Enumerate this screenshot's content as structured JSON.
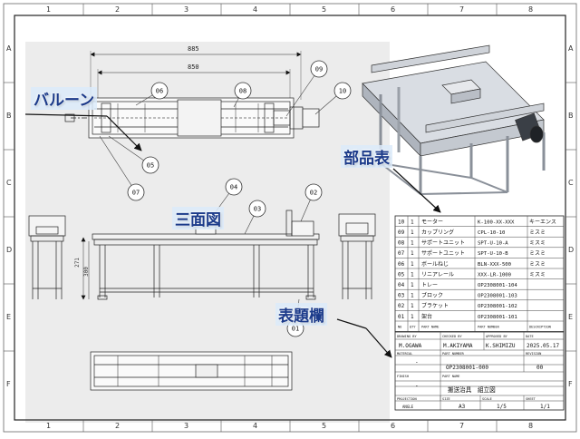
{
  "border": {
    "cols_top": [
      "1",
      "2",
      "3",
      "4",
      "5",
      "6",
      "7",
      "8"
    ],
    "cols_bottom": [
      "1",
      "2",
      "3",
      "4",
      "5",
      "6",
      "7",
      "8"
    ],
    "rows_left": [
      "A",
      "B",
      "C",
      "D",
      "E",
      "F"
    ],
    "rows_right": [
      "A",
      "B",
      "C",
      "D",
      "E",
      "F"
    ]
  },
  "plan_view": {
    "dim_overall": "885",
    "dim_inner": "850",
    "balloons": [
      "06",
      "08",
      "09",
      "10",
      "05",
      "07"
    ]
  },
  "front_view": {
    "balloons": [
      "04",
      "03",
      "02",
      "01"
    ],
    "dim_labels": [
      "271",
      "300"
    ]
  },
  "callouts": {
    "balloon": "バルーン",
    "three_view": "三面図",
    "parts_list": "部品表",
    "title_block": "表題欄"
  },
  "parts_list": {
    "columns": [
      "NO",
      "QTY",
      "PART NAME",
      "PART NUMBER",
      "DESCRIPTION"
    ],
    "rows": [
      [
        "10",
        "1",
        "モーター",
        "K-100-XX-XXX",
        "キーエンス"
      ],
      [
        "09",
        "1",
        "カップリング",
        "CPL-10-10",
        "ミスミ"
      ],
      [
        "08",
        "1",
        "サポートユニット",
        "SPT-U-10-A",
        "ミスミ"
      ],
      [
        "07",
        "1",
        "サポートユニット",
        "SPT-U-10-B",
        "ミスミ"
      ],
      [
        "06",
        "1",
        "ボールねじ",
        "BLN-XXX-500",
        "ミスミ"
      ],
      [
        "05",
        "1",
        "リニアレール",
        "XXX-LR-1000",
        "ミスミ"
      ],
      [
        "04",
        "1",
        "トレー",
        "OP2308001-104",
        ""
      ],
      [
        "03",
        "1",
        "ブロック",
        "OP2308001-103",
        ""
      ],
      [
        "02",
        "1",
        "ブラケット",
        "OP2308001-102",
        ""
      ],
      [
        "01",
        "1",
        "架台",
        "OP2308001-101",
        ""
      ]
    ]
  },
  "title_block": {
    "labels": {
      "drawn": "DRAWING BY",
      "checked": "CHECKED BY",
      "approved": "APPROVED BY",
      "date": "DATE",
      "material": "MATERIAL",
      "part_number": "PART NUMBER",
      "revision": "REVISION",
      "finish": "FINISH",
      "part_name": "PART NAME",
      "projection": "PROJECTION",
      "size": "SIZE",
      "scale": "SCALE",
      "sheet": "SHEET"
    },
    "drawn": "M.OGAWA",
    "checked": "M.AKIYAMA",
    "approved": "K.SHIMIZU",
    "date": "2025.05.17",
    "material": "-",
    "part_number": "OP2308001-000",
    "revision": "00",
    "finish": "-",
    "part_name": "搬送治具　組立図",
    "projection": "ANGLE",
    "size": "A3",
    "scale": "1/5",
    "sheet": "1/1"
  }
}
